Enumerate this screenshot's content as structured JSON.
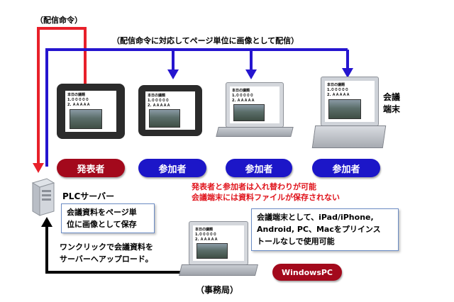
{
  "labels": {
    "distribution_command": "（配信命令）",
    "distribution_per_page": "（配信命令に対応してページ単位に画像として配信）",
    "conference_terminal": [
      "会議",
      "端末"
    ],
    "plc_server": "PLCサーバー",
    "office": "（事務局）",
    "windows_pc": "WindowsPC"
  },
  "roles": {
    "presenter": "発表者",
    "participant": "参加者"
  },
  "notes": {
    "server_storage": [
      "会議資料をページ単",
      "位に画像として保存"
    ],
    "swap_and_no_save": [
      "発表者と参加者は入れ替わりが可能",
      "会議端末には資料ファイルが保存されない"
    ],
    "terminal_support": [
      "会議端末として、iPad/iPhone,",
      "Android, PC、Macをプリインス",
      "トールなしで使用可能"
    ],
    "upload": [
      "ワンクリックで会議資料を",
      "サーバーへアップロード。"
    ]
  },
  "screen_text": [
    "本日の議題",
    "1.０００００",
    "2. ＡＡＡＡＡ"
  ],
  "colors": {
    "command_line": "#e8202a",
    "distribution_line": "#2515cf",
    "upload_line": "#000000",
    "presenter_pill": "#a3091c",
    "participant_pill": "#1c16c8",
    "warning_text": "#e0141c"
  }
}
